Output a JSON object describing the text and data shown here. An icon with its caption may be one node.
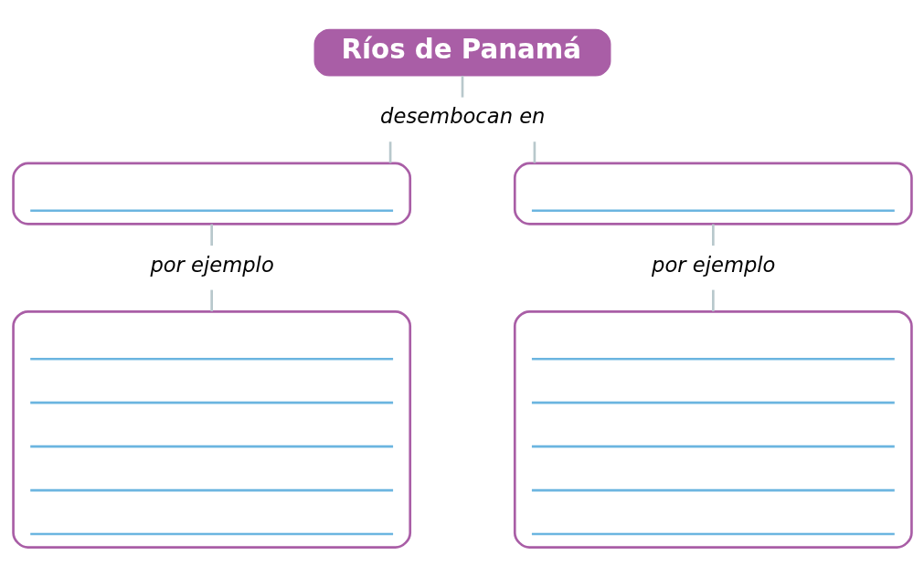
{
  "diagram": {
    "nodes": [
      {
        "text": [
          "Ríos de Panamá"
        ]
      },
      {
        "text": [
          "desembocan en"
        ]
      },
      {
        "text": [],
        "shape": "box"
      },
      {
        "text": [],
        "shape": "box"
      },
      {
        "text": [
          "por ejemplo"
        ]
      },
      {
        "text": [
          "por ejemplo"
        ]
      },
      {
        "text": [],
        "shape": "box"
      },
      {
        "text": [],
        "shape": "box"
      }
    ],
    "edges": [
      {
        "from": 0,
        "to": 1,
        "arrow": "none"
      },
      {
        "from": 1,
        "to": 2,
        "arrow": "none"
      },
      {
        "from": 1,
        "to": 3,
        "arrow": "none"
      },
      {
        "from": 2,
        "to": 4,
        "arrow": "none"
      },
      {
        "from": 3,
        "to": 5,
        "arrow": "none"
      },
      {
        "from": 4,
        "to": 6,
        "arrow": "none"
      },
      {
        "from": 5,
        "to": 7,
        "arrow": "none"
      }
    ]
  }
}
